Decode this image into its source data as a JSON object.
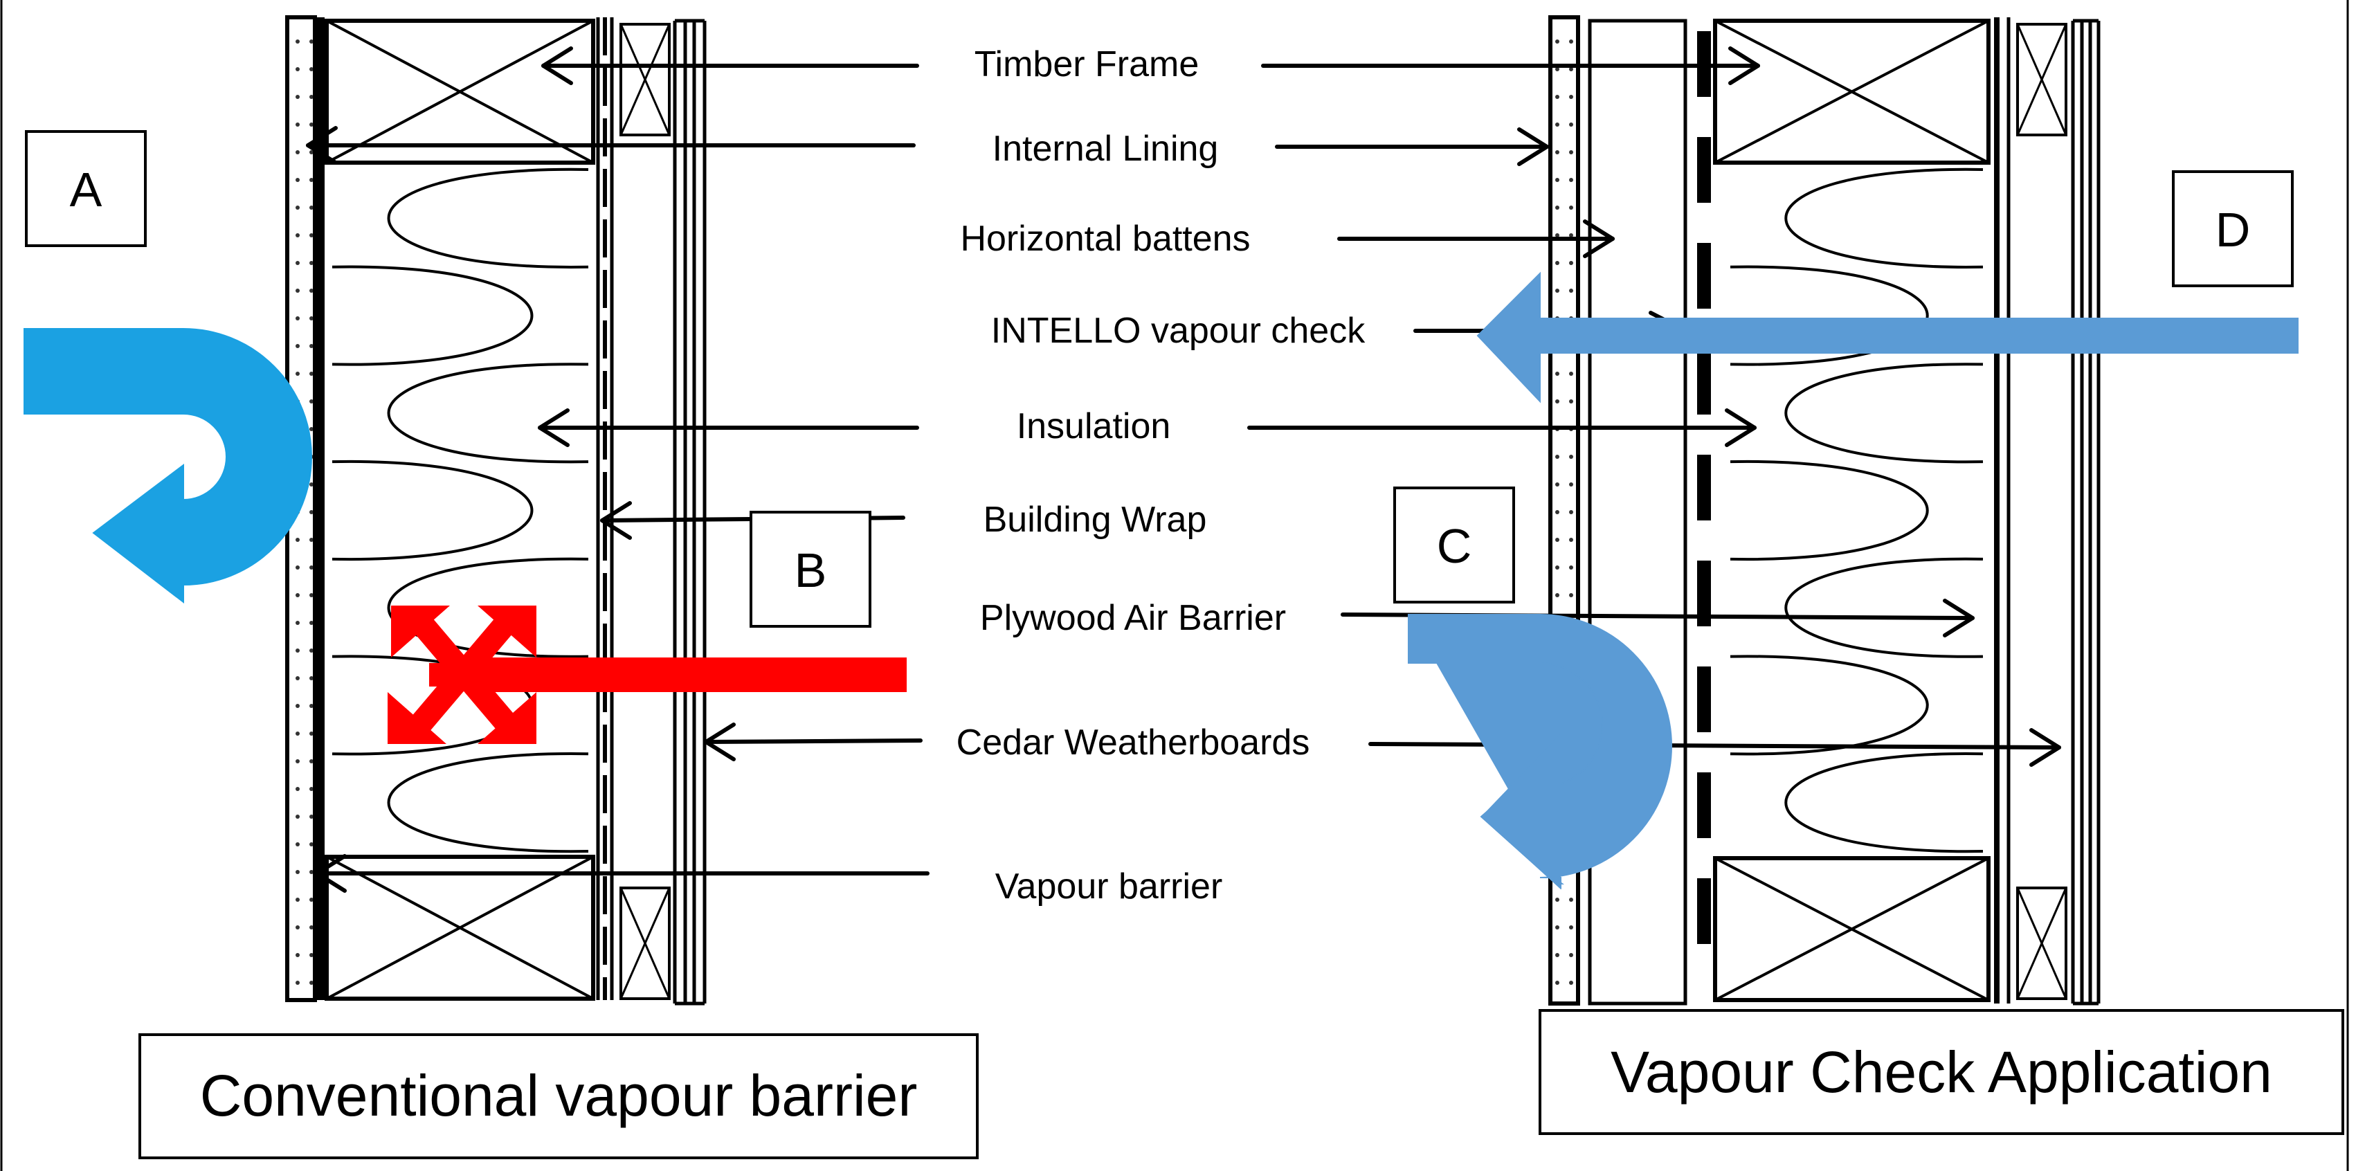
{
  "labels": {
    "timber_frame": "Timber Frame",
    "internal_lining": "Internal Lining",
    "horizontal_battens": "Horizontal battens",
    "intello": "INTELLO vapour check",
    "insulation": "Insulation",
    "building_wrap": "Building Wrap",
    "plywood": "Plywood Air Barrier",
    "cedar": "Cedar Weatherboards",
    "vapour_barrier": "Vapour barrier"
  },
  "letters": {
    "a": "A",
    "b": "B",
    "c": "C",
    "d": "D"
  },
  "captions": {
    "left": "Conventional vapour barrier",
    "right": "Vapour Check Application"
  },
  "colors": {
    "line": "#000000",
    "arrow_a": "#1ba1e2",
    "arrow_blue": "#5b9bd5",
    "arrow_red": "#ff0000"
  }
}
